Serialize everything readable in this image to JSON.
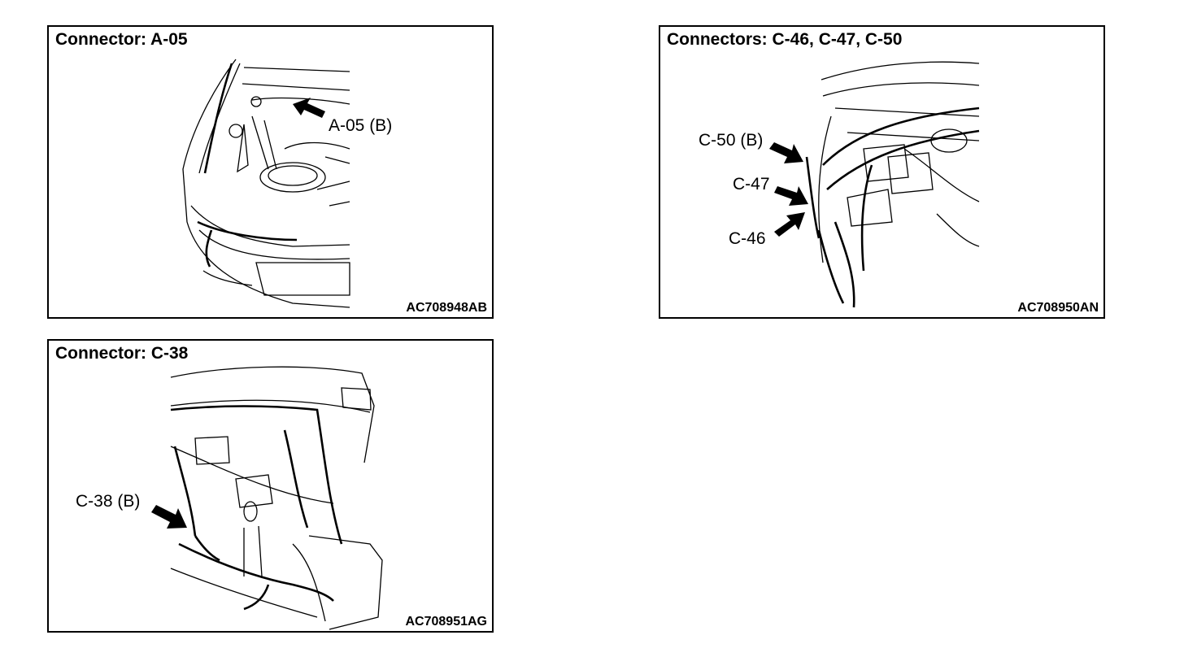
{
  "panels": [
    {
      "title": "Connector: A-05",
      "code": "AC708948AB",
      "callouts": [
        "A-05 (B)"
      ]
    },
    {
      "title": "Connectors: C-46, C-47, C-50",
      "code": "AC708950AN",
      "callouts": [
        "C-50 (B)",
        "C-47",
        "C-46"
      ]
    },
    {
      "title": "Connector: C-38",
      "code": "AC708951AG",
      "callouts": [
        "C-38 (B)"
      ]
    }
  ]
}
